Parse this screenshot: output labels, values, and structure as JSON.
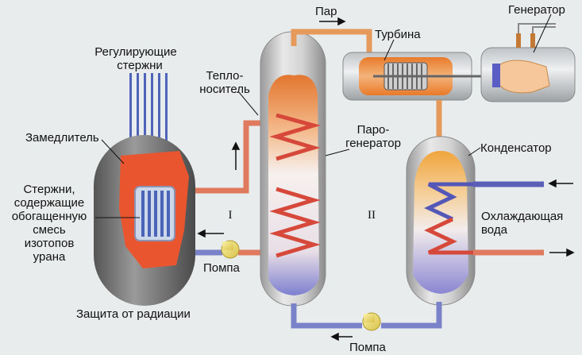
{
  "labels": {
    "control_rods_line1": "Регулирующие",
    "control_rods_line2": "стержни",
    "moderator": "Замедлитель",
    "fuel_rods_line1": "Стержни,",
    "fuel_rods_line2": "содержащие",
    "fuel_rods_line3": "обогащенную",
    "fuel_rods_line4": "смесь",
    "fuel_rods_line5": "изотопов",
    "fuel_rods_line6": "урана",
    "radiation_shield": "Защита от радиации",
    "coolant_line1": "Тепло-",
    "coolant_line2": "носитель",
    "pump_primary": "Помпа",
    "pump_secondary": "Помпа",
    "steam": "Пар",
    "turbine": "Турбина",
    "generator": "Генератор",
    "steam_generator_line1": "Паро-",
    "steam_generator_line2": "генератор",
    "condenser": "Конденсатор",
    "cooling_water_line1": "Охлаждающая",
    "cooling_water_line2": "вода",
    "circuit_one": "I",
    "circuit_two": "II"
  },
  "colors": {
    "hot_pipe": "#e07a5f",
    "cold_pipe": "#7a83c9",
    "steam_pipe": "#e59a5c",
    "moderator": "#e8552f",
    "vessel_shell": "#c8c8c8",
    "pump": "#f2e06a"
  }
}
